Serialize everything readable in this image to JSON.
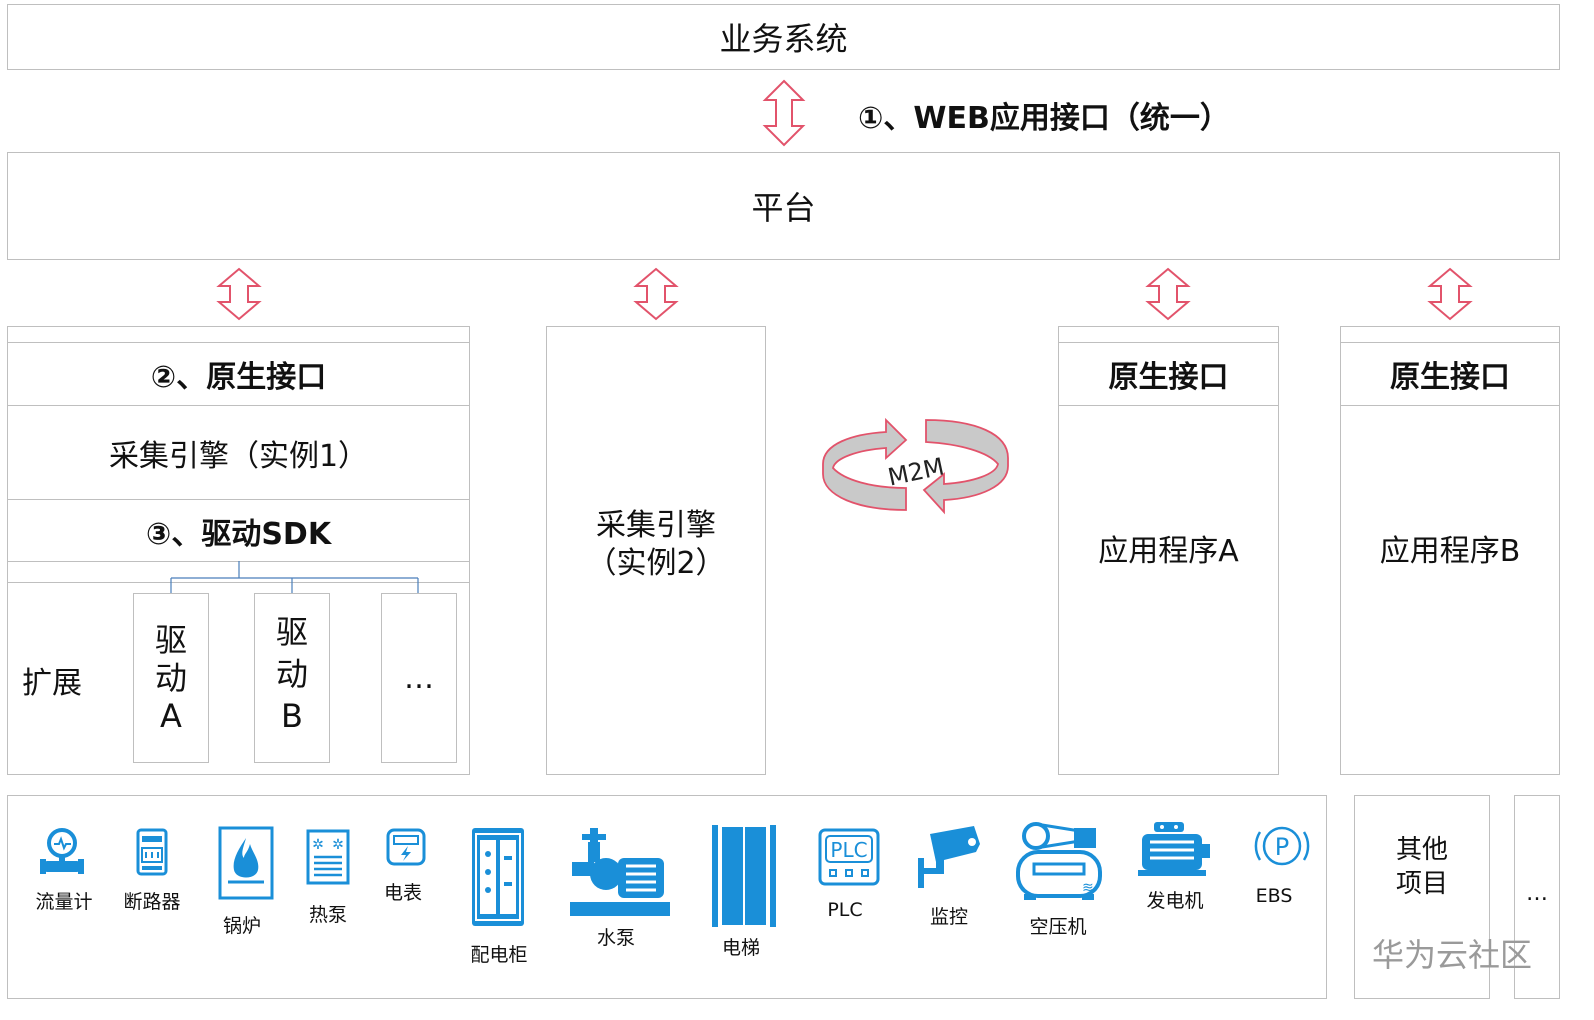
{
  "business_system": "业务系统",
  "web_api_label": "①、WEB应用接口（统一）",
  "platform": "平台",
  "engine1": {
    "native_interface": "②、原生接口",
    "title": "采集引擎（实例1）",
    "driver_sdk": "③、驱动SDK",
    "extend_label": "扩展",
    "drivers": [
      {
        "line1": "驱",
        "line2": "动",
        "line3": "A"
      },
      {
        "line1": "驱",
        "line2": "动",
        "line3": "B"
      },
      {
        "line1": "…"
      }
    ]
  },
  "engine2": {
    "line1": "采集引擎",
    "line2": "（实例2）"
  },
  "m2m_label": "M2M",
  "app_a": {
    "native_interface": "原生接口",
    "name": "应用程序A"
  },
  "app_b": {
    "native_interface": "原生接口",
    "name": "应用程序B"
  },
  "devices": [
    {
      "name": "流量计",
      "icon": "flow-meter-icon"
    },
    {
      "name": "断路器",
      "icon": "circuit-breaker-icon"
    },
    {
      "name": "锅炉",
      "icon": "boiler-icon"
    },
    {
      "name": "热泵",
      "icon": "heat-pump-icon"
    },
    {
      "name": "电表",
      "icon": "electric-meter-icon"
    },
    {
      "name": "配电柜",
      "icon": "distribution-cabinet-icon"
    },
    {
      "name": "水泵",
      "icon": "water-pump-icon"
    },
    {
      "name": "电梯",
      "icon": "elevator-icon"
    },
    {
      "name": "PLC",
      "icon": "plc-icon"
    },
    {
      "name": "监控",
      "icon": "camera-icon"
    },
    {
      "name": "空压机",
      "icon": "air-compressor-icon"
    },
    {
      "name": "发电机",
      "icon": "generator-icon"
    },
    {
      "name": "EBS",
      "icon": "ebs-icon"
    }
  ],
  "plc_icon_text": "PLC",
  "ebs_icon_text": "P",
  "other_projects": {
    "line1": "其他",
    "line2": "项目"
  },
  "more": "…",
  "watermark": "华为云社区",
  "colors": {
    "arrow": "#e2536b",
    "device": "#1a8fd8",
    "border": "#bfbfbf"
  }
}
